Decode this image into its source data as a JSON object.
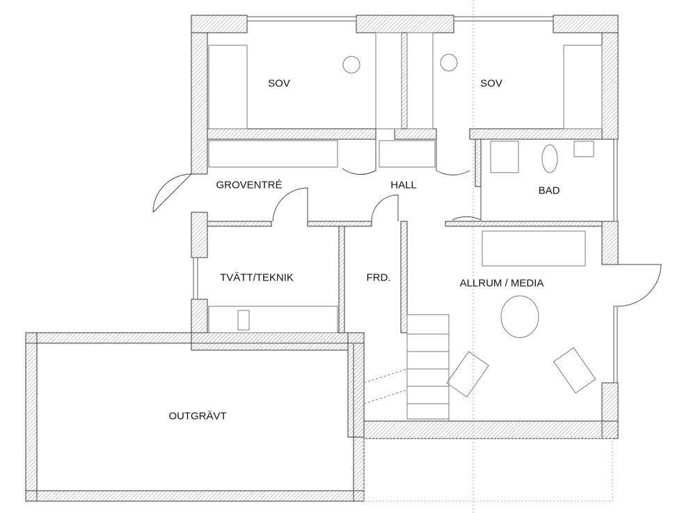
{
  "plan": {
    "rooms": [
      {
        "id": "sov-1",
        "label": "SOV"
      },
      {
        "id": "sov-2",
        "label": "SOV"
      },
      {
        "id": "groventre",
        "label": "GROVENTRÉ"
      },
      {
        "id": "hall",
        "label": "HALL"
      },
      {
        "id": "bad",
        "label": "BAD"
      },
      {
        "id": "tvatt",
        "label": "TVÄTT/TEKNIK"
      },
      {
        "id": "frd",
        "label": "FRD."
      },
      {
        "id": "allrum",
        "label": "ALLRUM / MEDIA"
      },
      {
        "id": "outgravt",
        "label": "OUTGRÄVT"
      }
    ],
    "colors": {
      "line": "#333333",
      "hatch": "#888888",
      "background": "#ffffff"
    }
  }
}
